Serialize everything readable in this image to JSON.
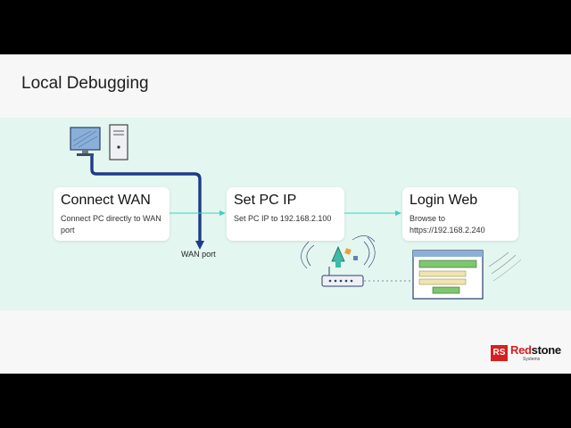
{
  "slide": {
    "title": "Local Debugging"
  },
  "steps": [
    {
      "title": "Connect WAN",
      "description": "Connect PC directly to WAN port"
    },
    {
      "title": "Set PC IP",
      "description": "Set PC IP to 192.168.2.100"
    },
    {
      "title": "Login Web",
      "description": "Browse to https://192.168.2.240"
    }
  ],
  "labels": {
    "wan_port": "WAN port"
  },
  "logo": {
    "brand_part1": "Red",
    "brand_part2": "stone",
    "subtitle": "Systems",
    "mark": "RS"
  },
  "icons": [
    "desktop-computer-icon",
    "router-icon",
    "browser-window-icon"
  ],
  "colors": {
    "band": "#e3f6f0",
    "flow_arrow": "#3fd1c0",
    "cable": "#1e3a8a",
    "brand_red": "#d81e1e"
  }
}
